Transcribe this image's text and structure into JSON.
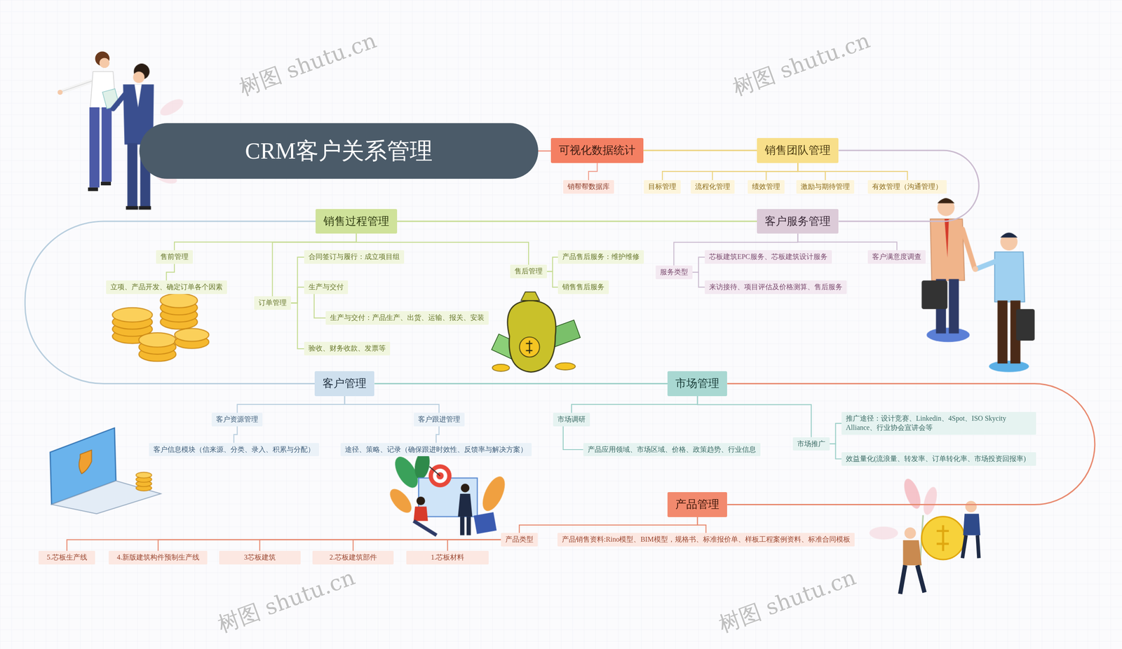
{
  "diagram": {
    "nodes": [
      {
        "text": [
          "CRM客户关系管理"
        ]
      },
      {
        "text": [
          "可视化数据统计"
        ]
      },
      {
        "text": [
          "销帮帮数据库"
        ]
      },
      {
        "text": [
          "销售团队管理"
        ]
      },
      {
        "text": [
          "目标管理"
        ]
      },
      {
        "text": [
          "流程化管理"
        ]
      },
      {
        "text": [
          "绩效管理"
        ]
      },
      {
        "text": [
          "激励与期待管理"
        ]
      },
      {
        "text": [
          "有效管理（沟通管理）"
        ]
      },
      {
        "text": [
          "客户服务管理"
        ]
      },
      {
        "text": [
          "服务类型"
        ]
      },
      {
        "text": [
          "芯板建筑EPC服务、芯板建筑设计服务"
        ]
      },
      {
        "text": [
          "来访接待、项目评估及价格测算、售后服务"
        ]
      },
      {
        "text": [
          "客户满意度调查"
        ]
      },
      {
        "text": [
          "销售过程管理"
        ]
      },
      {
        "text": [
          "售前管理"
        ]
      },
      {
        "text": [
          "立项、产品开发、确定订单各个因素"
        ]
      },
      {
        "text": [
          "订单管理"
        ]
      },
      {
        "text": [
          "合同签订与履行：成立项目组"
        ]
      },
      {
        "text": [
          "生产与交付"
        ]
      },
      {
        "text": [
          "生产与交付：产品生产、出货、运输、报关、安装"
        ]
      },
      {
        "text": [
          "验收、财务收款、发票等"
        ]
      },
      {
        "text": [
          "售后管理"
        ]
      },
      {
        "text": [
          "产品售后服务：维护维修"
        ]
      },
      {
        "text": [
          "销售售后服务"
        ]
      },
      {
        "text": [
          "客户管理"
        ]
      },
      {
        "text": [
          "客户资源管理"
        ]
      },
      {
        "text": [
          "客户信息模块（信来源、分类、录入、积累与分配）"
        ]
      },
      {
        "text": [
          "客户跟进管理"
        ]
      },
      {
        "text": [
          "途径、策略、记录（确保跟进时效性、反馈率与解决方案）"
        ]
      },
      {
        "text": [
          "市场管理"
        ]
      },
      {
        "text": [
          "市场调研"
        ]
      },
      {
        "text": [
          "产品应用领域、市场区域、价格、政策趋势、行业信息"
        ]
      },
      {
        "text": [
          "市场推广"
        ]
      },
      {
        "text": [
          "推广途径：设计竞赛、Linkedin、4Spot、ISO Skycity Alliance、行业协会宣讲会等"
        ]
      },
      {
        "text": [
          "效益量化(流浪量、转发率、订单转化率、市场投资回报率)"
        ]
      },
      {
        "text": [
          "产品管理"
        ]
      },
      {
        "text": [
          "产品类型"
        ]
      },
      {
        "text": [
          "1.芯板材料"
        ]
      },
      {
        "text": [
          "2.芯板建筑部件"
        ]
      },
      {
        "text": [
          "3芯板建筑"
        ]
      },
      {
        "text": [
          "4.新版建筑构件预制生产线"
        ]
      },
      {
        "text": [
          "5.芯板生产线"
        ]
      },
      {
        "text": [
          "产品销售资料:Rino模型、BIM模型，规格书、标准报价单、样板工程案例资料、标准合同模板"
        ]
      }
    ],
    "edges": [
      {
        "from": 0,
        "to": 1,
        "arrow": "none"
      },
      {
        "from": 1,
        "to": 3,
        "arrow": "none"
      },
      {
        "from": 3,
        "to": 9,
        "arrow": "none"
      },
      {
        "from": 9,
        "to": 14,
        "arrow": "none"
      },
      {
        "from": 14,
        "to": 25,
        "arrow": "none"
      },
      {
        "from": 25,
        "to": 30,
        "arrow": "none"
      },
      {
        "from": 30,
        "to": 36,
        "arrow": "none"
      },
      {
        "from": 1,
        "to": 2,
        "arrow": "none"
      },
      {
        "from": 3,
        "to": 4,
        "arrow": "none"
      },
      {
        "from": 3,
        "to": 5,
        "arrow": "none"
      },
      {
        "from": 3,
        "to": 6,
        "arrow": "none"
      },
      {
        "from": 3,
        "to": 7,
        "arrow": "none"
      },
      {
        "from": 3,
        "to": 8,
        "arrow": "none"
      },
      {
        "from": 9,
        "to": 10,
        "arrow": "none"
      },
      {
        "from": 9,
        "to": 13,
        "arrow": "none"
      },
      {
        "from": 10,
        "to": 11,
        "arrow": "none"
      },
      {
        "from": 10,
        "to": 12,
        "arrow": "none"
      },
      {
        "from": 14,
        "to": 15,
        "arrow": "none"
      },
      {
        "from": 14,
        "to": 17,
        "arrow": "none"
      },
      {
        "from": 14,
        "to": 22,
        "arrow": "none"
      },
      {
        "from": 15,
        "to": 16,
        "arrow": "none"
      },
      {
        "from": 17,
        "to": 18,
        "arrow": "none"
      },
      {
        "from": 17,
        "to": 19,
        "arrow": "none"
      },
      {
        "from": 17,
        "to": 21,
        "arrow": "none"
      },
      {
        "from": 19,
        "to": 20,
        "arrow": "none"
      },
      {
        "from": 22,
        "to": 23,
        "arrow": "none"
      },
      {
        "from": 22,
        "to": 24,
        "arrow": "none"
      },
      {
        "from": 25,
        "to": 26,
        "arrow": "none"
      },
      {
        "from": 25,
        "to": 28,
        "arrow": "none"
      },
      {
        "from": 26,
        "to": 27,
        "arrow": "none"
      },
      {
        "from": 28,
        "to": 29,
        "arrow": "none"
      },
      {
        "from": 30,
        "to": 31,
        "arrow": "none"
      },
      {
        "from": 30,
        "to": 33,
        "arrow": "none"
      },
      {
        "from": 31,
        "to": 32,
        "arrow": "none"
      },
      {
        "from": 33,
        "to": 34,
        "arrow": "none"
      },
      {
        "from": 33,
        "to": 35,
        "arrow": "none"
      },
      {
        "from": 36,
        "to": 37,
        "arrow": "none"
      },
      {
        "from": 36,
        "to": 43,
        "arrow": "none"
      },
      {
        "from": 37,
        "to": 38,
        "arrow": "none"
      },
      {
        "from": 37,
        "to": 39,
        "arrow": "none"
      },
      {
        "from": 37,
        "to": 40,
        "arrow": "none"
      },
      {
        "from": 37,
        "to": 41,
        "arrow": "none"
      },
      {
        "from": 37,
        "to": 42,
        "arrow": "none"
      }
    ],
    "labels": [
      "树图 shutu.cn",
      "树图 shutu.cn",
      "树图 shutu.cn",
      "树图 shutu.cn"
    ]
  }
}
